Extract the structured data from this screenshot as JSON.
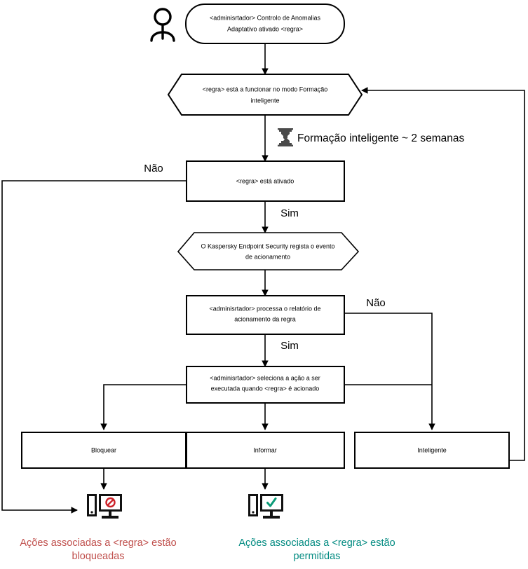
{
  "diagram": {
    "title": "Adaptive Anomaly Control rule workflow",
    "language": "pt-PT",
    "colors": {
      "stroke": "#000000",
      "blocked_text": "#C0504D",
      "allowed_text": "#008A80",
      "blocked_sign": "#CC2229",
      "allowed_check": "#0B9B78"
    },
    "actor": {
      "icon": "person-icon",
      "label": ""
    },
    "nodes": [
      {
        "id": "start",
        "shape": "rounded",
        "lines": [
          "<adminisrtador> Controlo de Anomalias",
          "Adaptativo ativado <regra>"
        ]
      },
      {
        "id": "training-mode",
        "shape": "hexagon",
        "lines": [
          "<regra> está a funcionar no modo Formação",
          "inteligente"
        ]
      },
      {
        "id": "rule-enabled",
        "shape": "rect",
        "lines": [
          "<regra> está ativado"
        ]
      },
      {
        "id": "kes-logs-event",
        "shape": "hexagon",
        "lines": [
          "O Kaspersky Endpoint Security regista o evento",
          "de acionamento"
        ]
      },
      {
        "id": "admin-processes-report",
        "shape": "rect",
        "lines": [
          "<adminisrtador> processa o relatório de",
          "acionamento da regra"
        ]
      },
      {
        "id": "admin-selects-action",
        "shape": "rect",
        "lines": [
          "<adminisrtador> seleciona a ação a ser",
          "executada quando <regra> é acionado"
        ]
      },
      {
        "id": "action-block",
        "shape": "rect",
        "lines": [
          "Bloquear"
        ]
      },
      {
        "id": "action-inform",
        "shape": "rect",
        "lines": [
          "Informar"
        ]
      },
      {
        "id": "action-smart",
        "shape": "rect",
        "lines": [
          "Inteligente"
        ]
      }
    ],
    "edge_labels": {
      "no_rule_enabled": "Não",
      "yes_rule_enabled": "Sim",
      "no_report": "Não",
      "yes_report": "Sim"
    },
    "timer": {
      "icon": "hourglass-icon",
      "text": "Formação inteligente ~ 2 semanas"
    },
    "outcomes": [
      {
        "id": "outcome-blocked",
        "icon": "computer-blocked-icon",
        "lines": [
          "Ações associadas a <regra> estão",
          "bloqueadas"
        ]
      },
      {
        "id": "outcome-allowed",
        "icon": "computer-allowed-icon",
        "lines": [
          "Ações associadas a <regra> estão",
          "permitidas"
        ]
      }
    ]
  }
}
